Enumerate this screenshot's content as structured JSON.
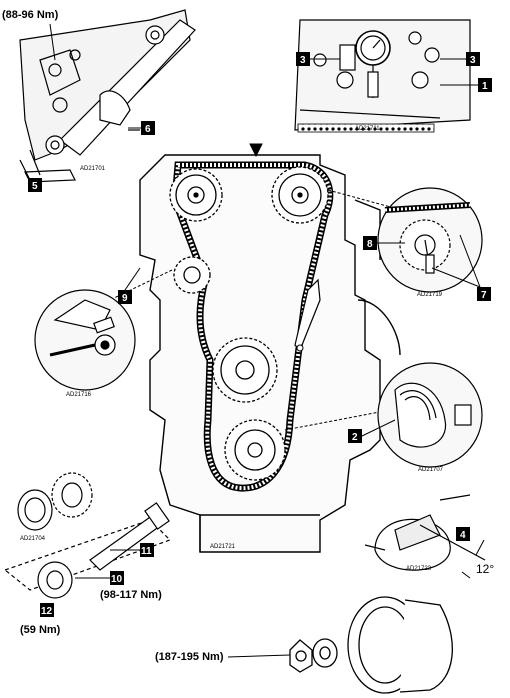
{
  "torques": {
    "top_left": "(88-96 Nm)",
    "item10": "(98-117 Nm)",
    "item12": "(59 Nm)",
    "pulley_bolt": "(187-195 Nm)"
  },
  "callouts": [
    "1",
    "3",
    "3",
    "4",
    "5",
    "6",
    "7",
    "8",
    "9",
    "10",
    "11",
    "12",
    "2"
  ],
  "codes": {
    "a": "AD21701",
    "b": "AD21711",
    "c": "AD21719",
    "d": "AD21716",
    "e": "AD21707",
    "f": "AD21704",
    "g": "AD21721",
    "h": "AD21723"
  },
  "angle": "12°",
  "colors": {
    "ink": "#000000",
    "paper": "#ffffff"
  }
}
